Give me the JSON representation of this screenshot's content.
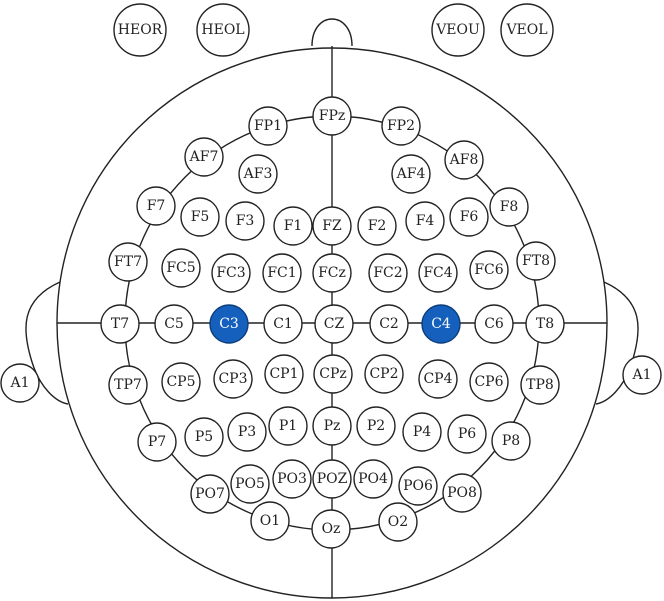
{
  "highlight_fill": "#1560bd",
  "electrodes": [
    {
      "label": "HEOR"
    },
    {
      "label": "HEOL"
    },
    {
      "label": "VEOU"
    },
    {
      "label": "VEOL"
    },
    {
      "label": "FPz"
    },
    {
      "label": "FP1"
    },
    {
      "label": "FP2"
    },
    {
      "label": "AF7"
    },
    {
      "label": "AF3"
    },
    {
      "label": "AF4"
    },
    {
      "label": "AF8"
    },
    {
      "label": "F7"
    },
    {
      "label": "F5"
    },
    {
      "label": "F3"
    },
    {
      "label": "F1"
    },
    {
      "label": "FZ"
    },
    {
      "label": "F2"
    },
    {
      "label": "F4"
    },
    {
      "label": "F6"
    },
    {
      "label": "F8"
    },
    {
      "label": "FT7"
    },
    {
      "label": "FC5"
    },
    {
      "label": "FC3"
    },
    {
      "label": "FC1"
    },
    {
      "label": "FCz"
    },
    {
      "label": "FC2"
    },
    {
      "label": "FC4"
    },
    {
      "label": "FC6"
    },
    {
      "label": "FT8"
    },
    {
      "label": "T7"
    },
    {
      "label": "C5"
    },
    {
      "label": "C3",
      "highlight": true
    },
    {
      "label": "C1"
    },
    {
      "label": "CZ"
    },
    {
      "label": "C2"
    },
    {
      "label": "C4",
      "highlight": true
    },
    {
      "label": "C6"
    },
    {
      "label": "T8"
    },
    {
      "label": "TP7"
    },
    {
      "label": "CP5"
    },
    {
      "label": "CP3"
    },
    {
      "label": "CP1"
    },
    {
      "label": "CPz"
    },
    {
      "label": "CP2"
    },
    {
      "label": "CP4"
    },
    {
      "label": "CP6"
    },
    {
      "label": "TP8"
    },
    {
      "label": "P7"
    },
    {
      "label": "P5"
    },
    {
      "label": "P3"
    },
    {
      "label": "P1"
    },
    {
      "label": "Pz"
    },
    {
      "label": "P2"
    },
    {
      "label": "P4"
    },
    {
      "label": "P6"
    },
    {
      "label": "P8"
    },
    {
      "label": "PO7"
    },
    {
      "label": "PO5"
    },
    {
      "label": "PO3"
    },
    {
      "label": "POZ"
    },
    {
      "label": "PO4"
    },
    {
      "label": "PO6"
    },
    {
      "label": "PO8"
    },
    {
      "label": "O1"
    },
    {
      "label": "Oz"
    },
    {
      "label": "O2"
    },
    {
      "label": "A1"
    },
    {
      "label": "A1"
    }
  ]
}
